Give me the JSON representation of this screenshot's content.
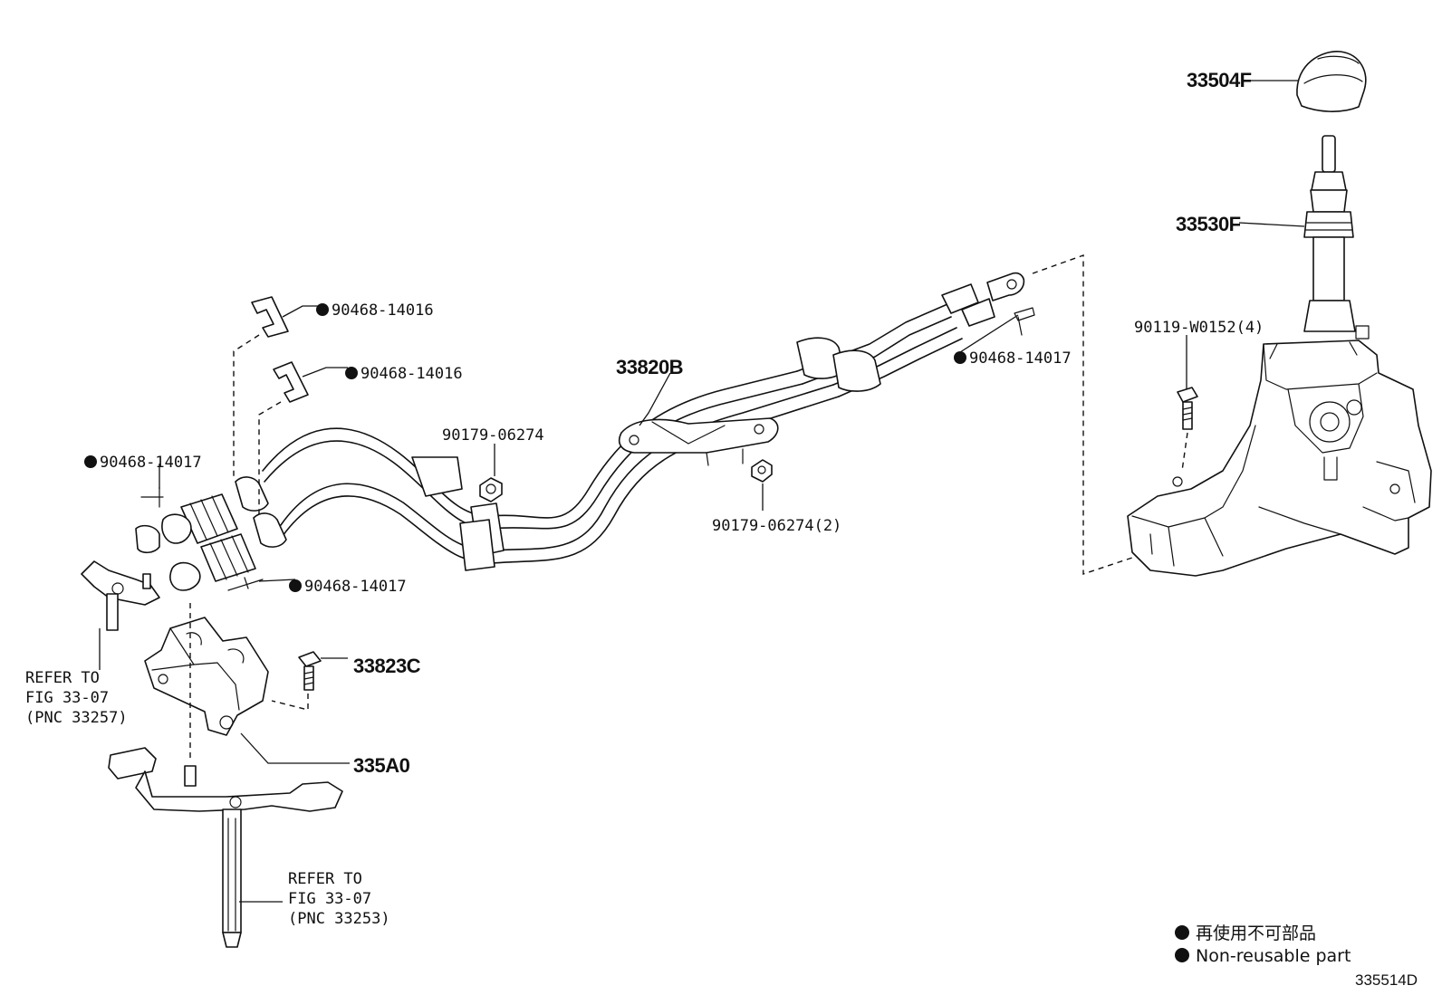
{
  "labels": {
    "p33504F": "33504F",
    "p33530F": "33530F",
    "p33820B": "33820B",
    "p33823C": "33823C",
    "p335A0": "335A0",
    "p90119": "90119-W0152(4)",
    "p90179a": "90179-06274",
    "p90179b": "90179-06274(2)",
    "p90468_16a": "90468-14016",
    "p90468_16b": "90468-14016",
    "p90468_17a": "90468-14017",
    "p90468_17b": "90468-14017",
    "p90468_17c": "90468-14017"
  },
  "refer_left": {
    "line1": "REFER TO",
    "line2": "FIG 33-07",
    "line3": "(PNC 33257)"
  },
  "refer_bottom": {
    "line1": "REFER TO",
    "line2": "FIG 33-07",
    "line3": "(PNC 33253)"
  },
  "legend": {
    "jp": "再使用不可部品",
    "en": "Non-reusable part"
  },
  "figure_code": "335514D",
  "colors": {
    "ink": "#111111",
    "paper": "#ffffff"
  }
}
